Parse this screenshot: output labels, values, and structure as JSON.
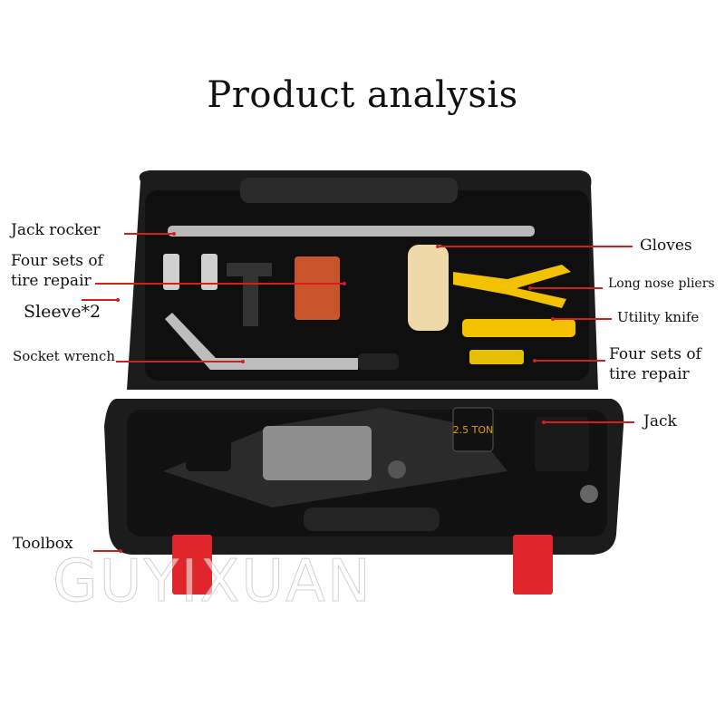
{
  "title": "Product analysis",
  "labels": {
    "jack_rocker": "Jack rocker",
    "four_sets_left_line1": "Four sets of",
    "four_sets_left_line2": "tire repair",
    "sleeve": "Sleeve*2",
    "socket_wrench": "Socket wrench",
    "toolbox": "Toolbox",
    "gloves": "Gloves",
    "long_nose_pliers": "Long nose pliers",
    "utility_knife": "Utility knife",
    "four_sets_right_line1": "Four sets of",
    "four_sets_right_line2": "tire repair",
    "jack": "Jack"
  },
  "jack_badge": "2.5 TON",
  "watermark": "GUYIXUAN",
  "colors": {
    "leader": "#d21f1f",
    "case_body": "#1a1a1a",
    "latch": "#e0262a",
    "pliers_handle": "#f2c200"
  }
}
